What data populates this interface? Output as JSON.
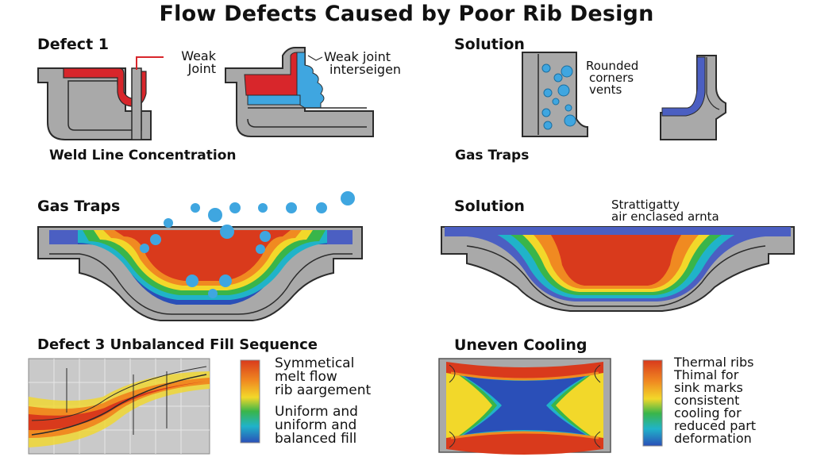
{
  "title": "Flow Defects Caused by Poor Rib Design",
  "panels": {
    "defect1": {
      "heading": "Defect 1",
      "label_left": [
        "Weak",
        "Joint"
      ],
      "label_right": [
        "Weak joint",
        "interseigen"
      ],
      "caption": "Weld Line Concentration"
    },
    "solution1": {
      "heading": "Solution",
      "label": [
        "Rounded",
        "corners",
        "vents"
      ],
      "caption": "Gas Traps"
    },
    "gas_traps": {
      "heading": "Gas Traps"
    },
    "solution2": {
      "heading": "Solution",
      "label": [
        "Strattigatty",
        "air enclased arnta"
      ]
    },
    "defect3": {
      "heading": "Defect 3 Unbalanced Fill Sequence",
      "text1": [
        "Symmetical",
        "melt flow",
        "rib aargement"
      ],
      "text2": [
        "Uniform and",
        "uniform and",
        "balanced fill"
      ]
    },
    "cooling": {
      "heading": "Uneven Cooling",
      "text": [
        "Thermal ribs",
        "Thimal for",
        "sink marks",
        "consistent",
        "cooling for",
        "reduced part",
        "deformation"
      ]
    }
  },
  "colors": {
    "part_gray": "#a9a9a9",
    "outline": "#2b2b2b",
    "weld_red": "#d8262b",
    "gas_blue": "#3fa6e0",
    "rib_blue": "#4b5fc2",
    "heat_red": "#d93a1c",
    "heat_orange": "#f08a21",
    "heat_yellow": "#f2d82a",
    "heat_green": "#39b54a",
    "heat_cyan": "#20b3c9",
    "heat_blue": "#2a4fb8"
  }
}
